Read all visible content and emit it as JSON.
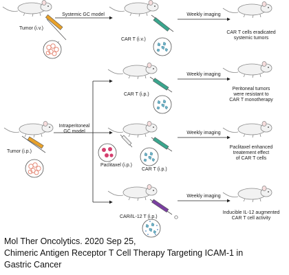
{
  "labels": {
    "systemic_model": "Systemic GC model",
    "tumor_iv": "Tumor (i.v.)",
    "car_t": "CAR T (i.v.)",
    "weekly_imaging": "Weekly imaging",
    "car_t_ip": "CAR T (i.p.)",
    "ip_model": [
      "Intraperitoneal",
      "GC model"
    ],
    "tumor_ip": "Tumor (i.p.)",
    "paclitaxel_ip": "Paclitaxel (i.p.)",
    "car_il12": "CAR/IL-12 T (i.p.)"
  },
  "outcomes": [
    [
      "CAR T cells eradicated",
      "systemic tumors"
    ],
    [
      "Peritoneal tumors",
      "were resistant to",
      "CAR T monotherapy"
    ],
    [
      "Paclitaxel enhanced",
      "treatement effect",
      "of CAR T cells"
    ],
    [
      "Inducible IL-12 augmented",
      "CAR T cell activity"
    ]
  ],
  "citation": [
    "Mol Ther Oncolytics. 2020 Sep 25,",
    "Chimeric Antigen Receptor T Cell Therapy Targeting ICAM-1 in",
    "Gastric Cancer"
  ],
  "colors": {
    "syringe_tumor": "#e8a12a",
    "syringe_cart": "#3aa58d",
    "syringe_il12": "#7a3fa0",
    "tumor_cells": "#e58c7a",
    "t_cells": "#6fb3c8",
    "paclitaxel": "#d43f6e",
    "il12_dots": "#4b87c2"
  },
  "icons": [
    "mouse-icon",
    "syringe-icon",
    "tumor-cells-icon",
    "t-cells-icon",
    "arrow-icon"
  ]
}
